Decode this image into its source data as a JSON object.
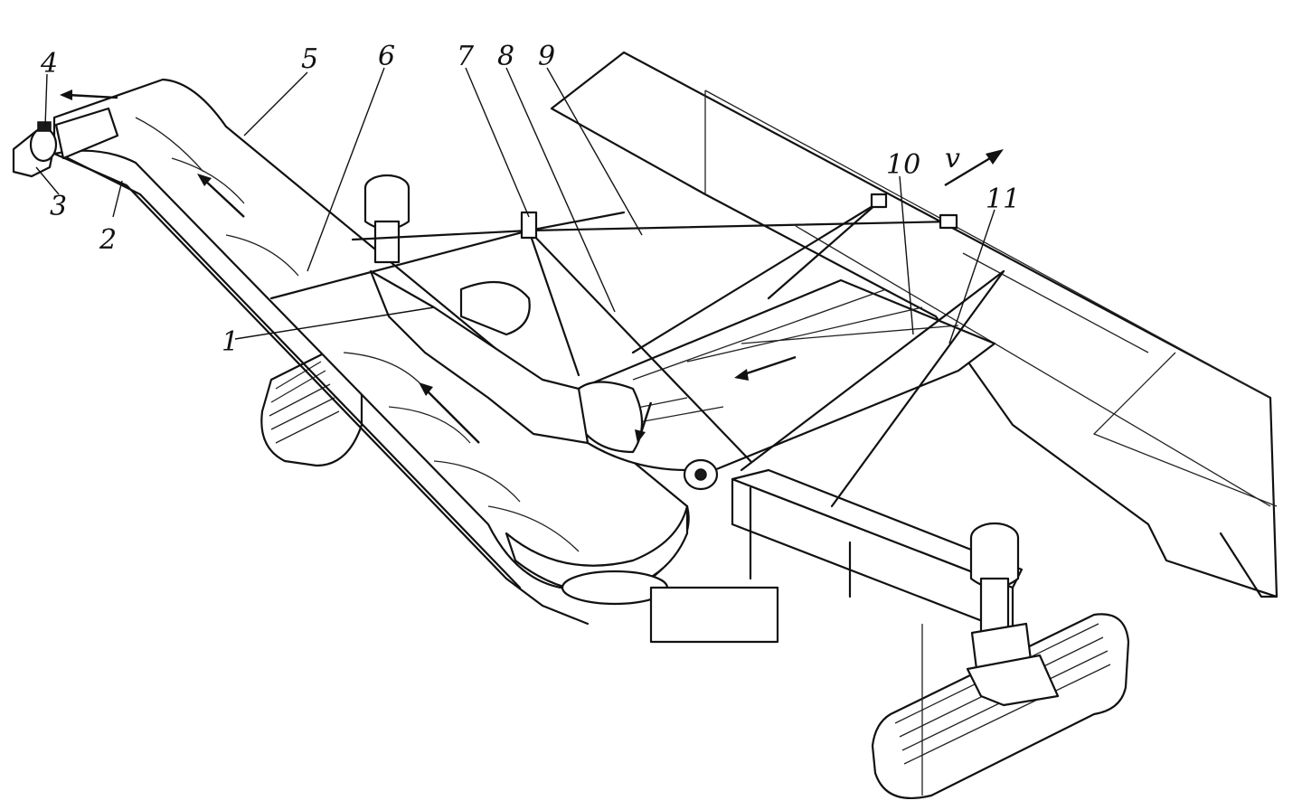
{
  "figure": {
    "callouts": [
      {
        "id": "c1",
        "text": "1"
      },
      {
        "id": "c2",
        "text": "2"
      },
      {
        "id": "c3",
        "text": "3"
      },
      {
        "id": "c4",
        "text": "4"
      },
      {
        "id": "c5",
        "text": "5"
      },
      {
        "id": "c6",
        "text": "6"
      },
      {
        "id": "c7",
        "text": "7"
      },
      {
        "id": "c8",
        "text": "8"
      },
      {
        "id": "c9",
        "text": "9"
      },
      {
        "id": "c10",
        "text": "10"
      },
      {
        "id": "c11",
        "text": "11"
      }
    ],
    "travel_direction_label": "v"
  }
}
